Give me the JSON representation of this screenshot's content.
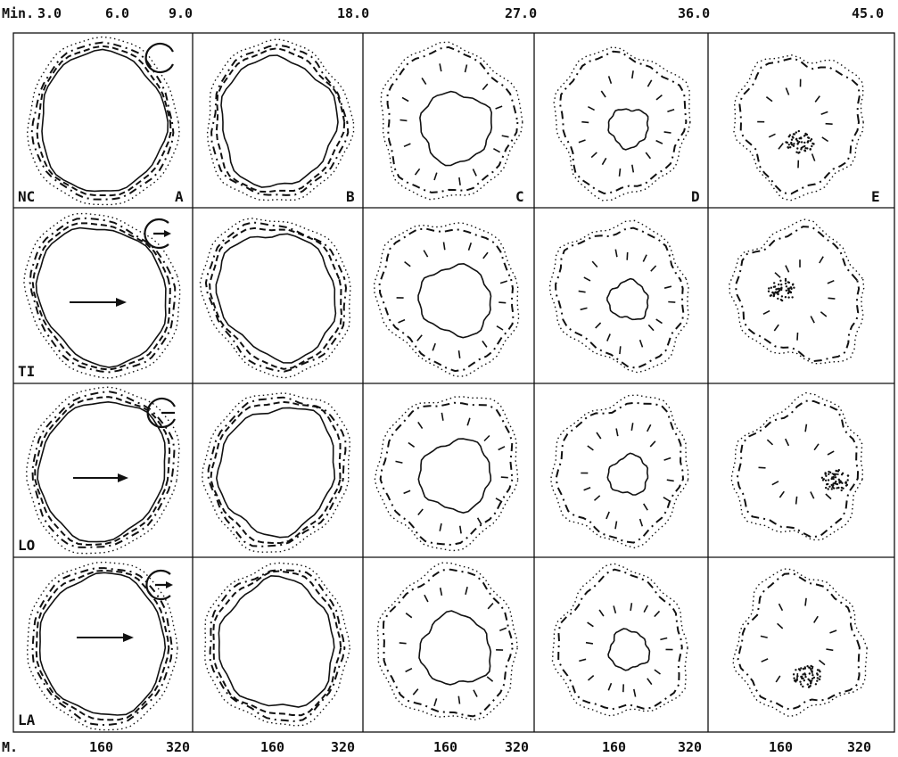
{
  "header": {
    "unit_label": "Min.",
    "time_ticks": [
      "3.0",
      "6.0",
      "9.0",
      "18.0",
      "27.0",
      "36.0",
      "45.0"
    ]
  },
  "footer": {
    "unit_label": "M.",
    "scale_ticks": [
      "160",
      "320",
      "160",
      "320",
      "160",
      "320",
      "160",
      "320",
      "160",
      "320"
    ]
  },
  "rows": [
    {
      "label": "NC",
      "symbol": "notched-circle-icon",
      "arrow": false
    },
    {
      "label": "TI",
      "symbol": "circle-arrow-icon",
      "arrow": true
    },
    {
      "label": "LO",
      "symbol": "notched-circle-icon",
      "arrow": true
    },
    {
      "label": "LA",
      "symbol": "circle-arrow-icon",
      "arrow": true
    }
  ],
  "columns": [
    "A",
    "B",
    "C",
    "D",
    "E"
  ]
}
